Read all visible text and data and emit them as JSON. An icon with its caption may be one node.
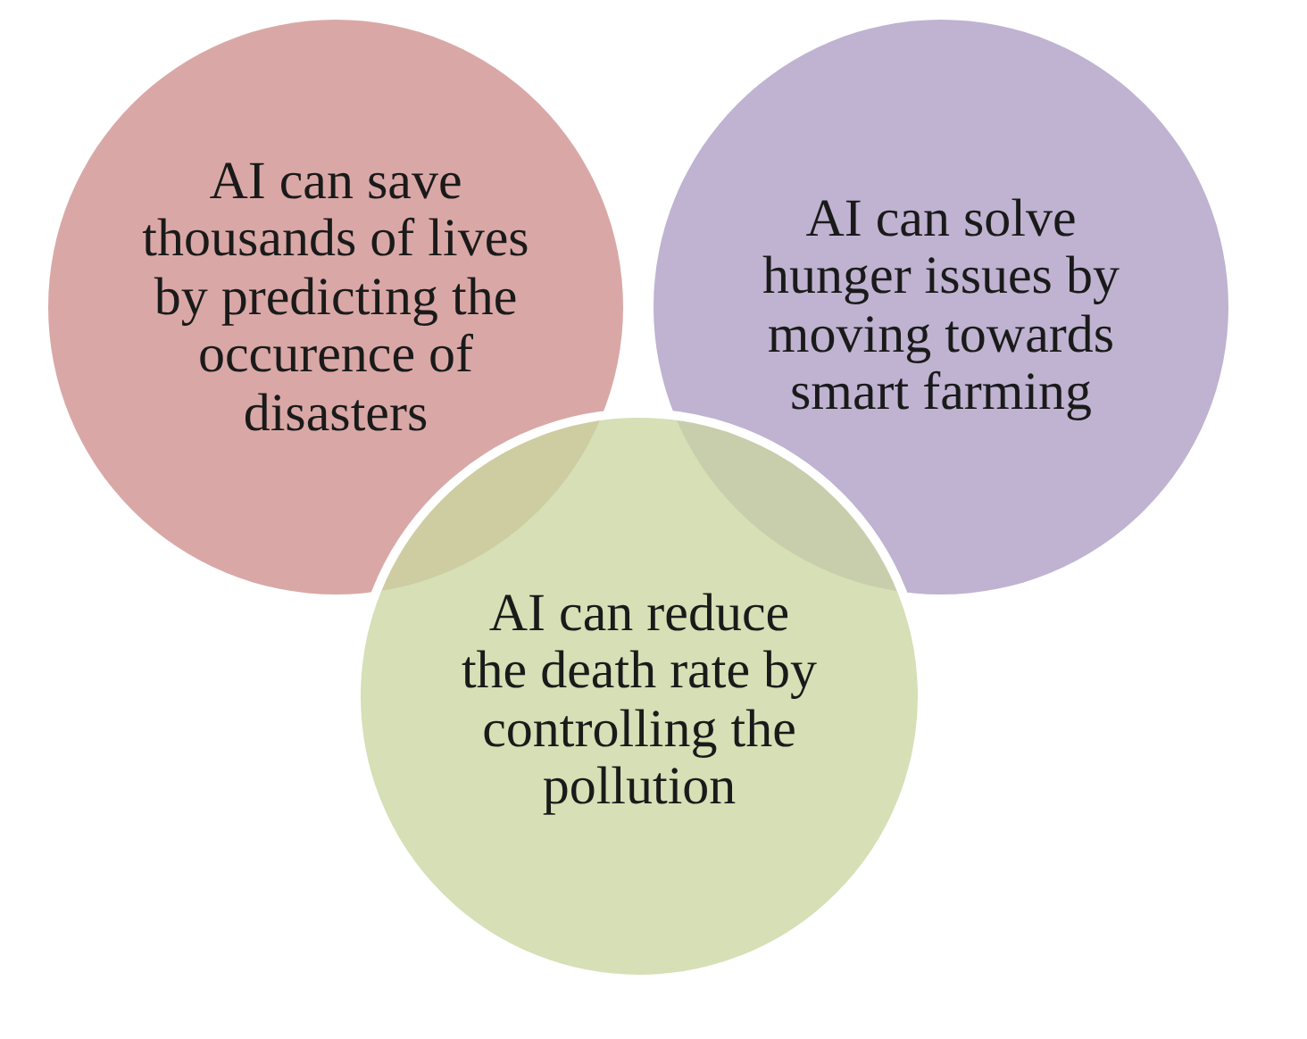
{
  "diagram": {
    "nodes": [
      {
        "text": [
          "AI can save thousands of lives by predicting the occurence of disasters"
        ]
      },
      {
        "text": [
          "AI can solve hunger issues by moving towards smart farming"
        ]
      },
      {
        "text": [
          "AI can reduce the death rate by controlling the pollution"
        ]
      }
    ],
    "edges": []
  }
}
